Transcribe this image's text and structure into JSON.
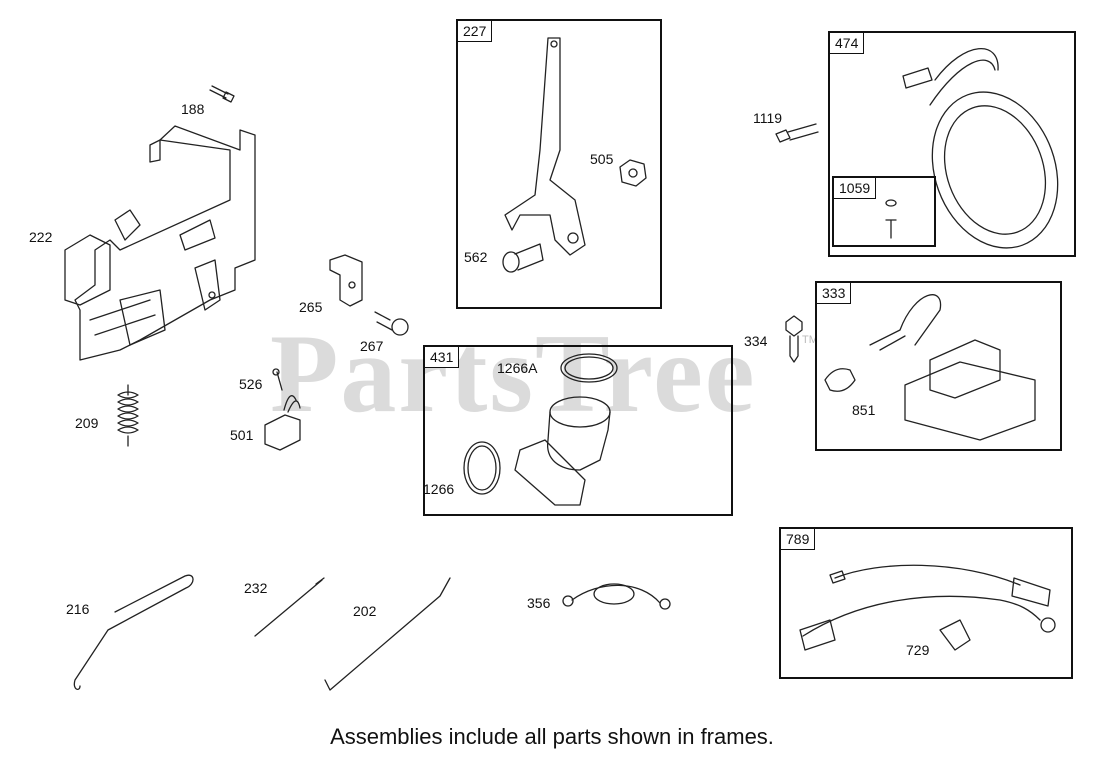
{
  "watermark": {
    "text": "PartsTree",
    "tm": "TM"
  },
  "caption": "Assemblies include all parts shown in frames.",
  "frames": {
    "f227": "227",
    "f474": "474",
    "f1059": "1059",
    "f333": "333",
    "f431": "431",
    "f789": "789"
  },
  "labels": {
    "p188": "188",
    "p222": "222",
    "p265": "265",
    "p267": "267",
    "p526": "526",
    "p501": "501",
    "p209": "209",
    "p505": "505",
    "p562": "562",
    "p1119": "1119",
    "p334": "334",
    "p851": "851",
    "p1266A": "1266A",
    "p1266": "1266",
    "p216": "216",
    "p232": "232",
    "p202": "202",
    "p356": "356",
    "p729": "729"
  }
}
